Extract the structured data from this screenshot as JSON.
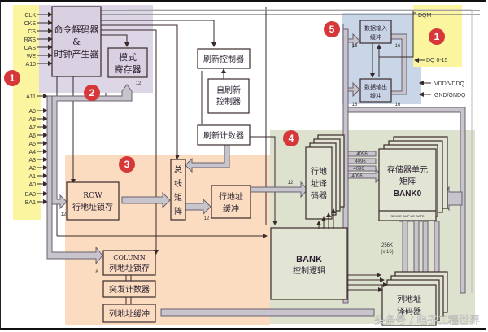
{
  "title": "SDRAM 内部结构框图",
  "colors": {
    "pin_zone": "#fbf5a0",
    "control_zone": "#ddd6e6",
    "address_zone": "#fbdcc0",
    "bank_zone": "#dde2cf",
    "io_zone": "#c9d6e8",
    "badge": "#d8373a",
    "bus": "#c8c4cc",
    "line": "#3a2a2a",
    "box_ctrl": "#d9d0e2",
    "box_addr": "#fbdcc0",
    "box_bank": "#e2e4d4",
    "box_io": "#c7d3e4"
  },
  "pins_left": [
    "CLK",
    "CKE",
    "CS",
    "RAS",
    "CAS",
    "WE",
    "A10",
    "A11",
    "A9",
    "A8",
    "A7",
    "A6",
    "A5",
    "A4",
    "A3",
    "A2",
    "A1",
    "A0",
    "BA0",
    "BA1"
  ],
  "pins_right": {
    "dqm": "DQM",
    "dq": "DQ 0-15",
    "vdd": "VDD/VDDQ",
    "gnd": "GND/GNDQ"
  },
  "badges": [
    "1",
    "2",
    "3",
    "4",
    "5",
    "1"
  ],
  "blocks": {
    "cmd_decoder_l1": "命令解码器",
    "cmd_decoder_l2": "&",
    "cmd_decoder_l3": "时钟产生器",
    "mode_reg_l1": "模式",
    "mode_reg_l2": "寄存器",
    "refresh_ctrl": "刷新控制器",
    "self_refresh_l1": "自刷新",
    "self_refresh_l2": "控制器",
    "refresh_counter": "刷新计数器",
    "row_latch_l1": "ROW",
    "row_latch_l2": "行地址锁存",
    "bus_matrix": [
      "总",
      "线",
      "矩",
      "阵"
    ],
    "row_buffer_l1": "行地址",
    "row_buffer_l2": "缓冲",
    "col_latch_l1": "COLUMN",
    "col_latch_l2": "列地址锁存",
    "burst_counter": "突发计数器",
    "col_buffer": "列地址缓冲",
    "row_decoder": [
      "行地",
      "址译",
      "码器"
    ],
    "mem_array_l1": "存储器单元",
    "mem_array_l2": "矩阵",
    "mem_array_l3": "BANK0",
    "sense_amp": "SENSE AMP I/O GATE",
    "bank_ctrl_l1": "BANK",
    "bank_ctrl_l2": "控制逻辑",
    "col_decoder_l1": "列地址",
    "col_decoder_l2": "译码器",
    "data_in_l1": "数据输入",
    "data_in_l2": "缓冲",
    "data_out_l1": "数据输出",
    "data_out_l2": "缓冲"
  },
  "bus_widths": {
    "mode": "12",
    "row_in": "12",
    "row_buf": "12",
    "row_dec": "12",
    "col_in": "8",
    "wordlines": [
      "4096",
      "4096",
      "4096",
      "4096"
    ],
    "columns_l1": "256K",
    "columns_l2": "(x 16)",
    "io": [
      "16",
      "16",
      "16",
      "16"
    ]
  },
  "watermark": "头条号 / 电子工程世界"
}
